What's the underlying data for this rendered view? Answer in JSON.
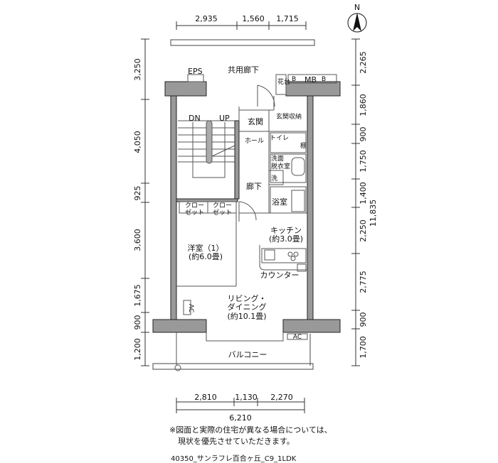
{
  "top_dims": [
    "2,935",
    "1,560",
    "1,715"
  ],
  "left_dims": [
    "3,250",
    "4,050",
    "925",
    "3,600",
    "1,675",
    "900",
    "1,200"
  ],
  "right_dims": [
    "2,265",
    "1,860",
    "900",
    "1,750",
    "1,400",
    "2,250",
    "2,775",
    "900",
    "1,700"
  ],
  "right_total": "11,835",
  "bottom_dims": [
    "2,810",
    "1,130",
    "2,270"
  ],
  "bottom_total": "6,210",
  "north": "N",
  "rooms": {
    "corridor_common": "共用廊下",
    "eps": "EPS",
    "mb": "MB",
    "b1": "B",
    "b2": "B",
    "flower": "花台",
    "dn": "DN",
    "up": "UP",
    "genkan": "玄関",
    "genkan_storage": "玄関収納",
    "hall": "ホール",
    "toilet": "トイレ",
    "shelf": "棚",
    "washroom1": "洗面",
    "washroom2": "脱衣室",
    "washer": "洗",
    "hallway": "廊下",
    "bath": "浴室",
    "closet1a": "クロー",
    "closet1b": "ゼット",
    "closet2a": "クロー",
    "closet2b": "ゼット",
    "kitchen": "キッチン",
    "kitchen_size": "(約3.0畳)",
    "western": "洋室（1）",
    "western_size": "(約6.0畳)",
    "counter": "カウンター",
    "ac1": "AC",
    "ac2": "AC",
    "living1": "リビング・",
    "living2": "ダイニング",
    "living_size": "(約10.1畳)",
    "balcony": "バルコニー"
  },
  "note_line1": "※図面と実際の住宅が異なる場合については、",
  "note_line2": "現状を優先させていただきます。",
  "caption": "40350_サンラフレ百合ヶ丘_C9_1LDK"
}
